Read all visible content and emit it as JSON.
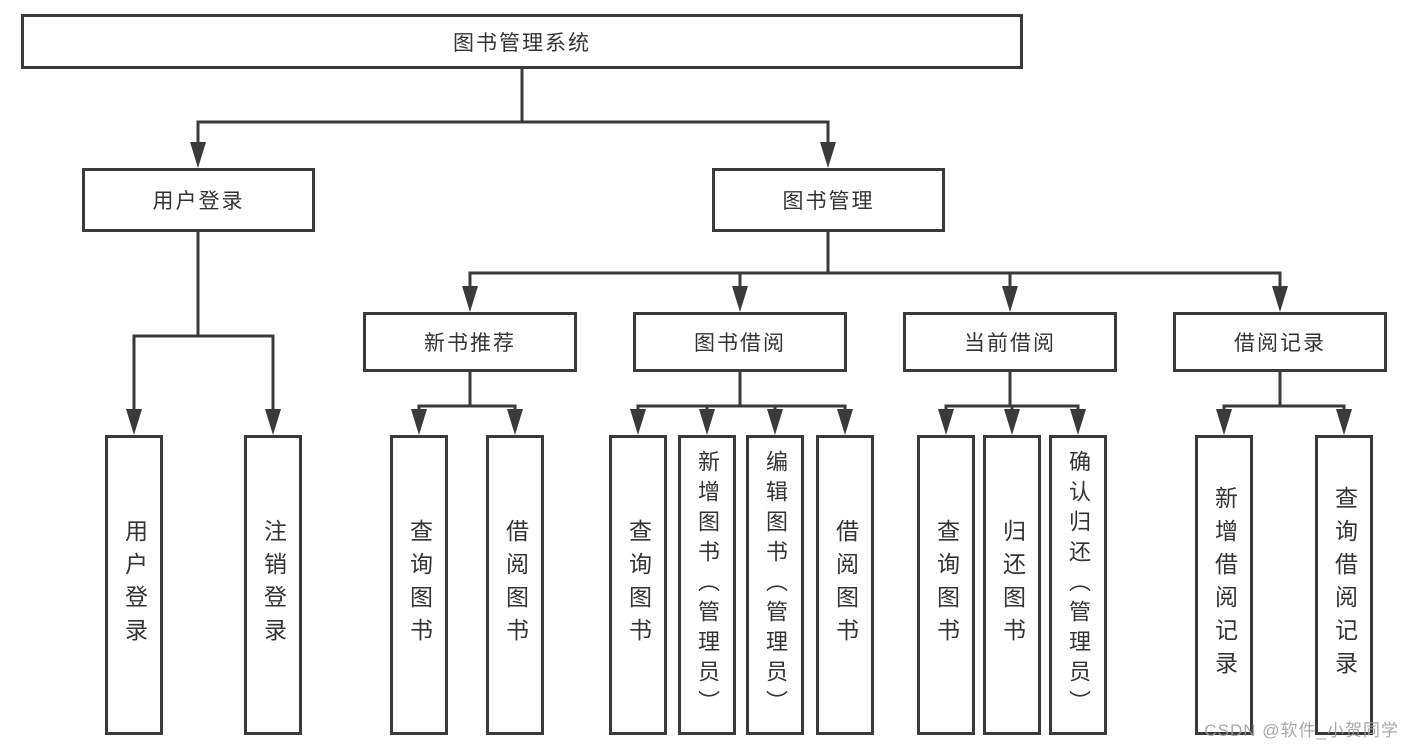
{
  "diagram": {
    "root": {
      "label": "图书管理系统"
    },
    "branches": [
      {
        "label": "用户登录",
        "children": [
          {
            "label": "用户登录"
          },
          {
            "label": "注销登录"
          }
        ]
      },
      {
        "label": "图书管理",
        "children": [
          {
            "label": "新书推荐",
            "children": [
              {
                "label": "查询图书"
              },
              {
                "label": "借阅图书"
              }
            ]
          },
          {
            "label": "图书借阅",
            "children": [
              {
                "label": "查询图书"
              },
              {
                "label": "新增图书（管理员）"
              },
              {
                "label": "编辑图书（管理员）"
              },
              {
                "label": "借阅图书"
              }
            ]
          },
          {
            "label": "当前借阅",
            "children": [
              {
                "label": "查询图书"
              },
              {
                "label": "归还图书"
              },
              {
                "label": "确认归还（管理员）"
              }
            ]
          },
          {
            "label": "借阅记录",
            "children": [
              {
                "label": "新增借阅记录"
              },
              {
                "label": "查询借阅记录"
              }
            ]
          }
        ]
      }
    ]
  },
  "watermark": {
    "text": "CSDN @软件_小贺同学"
  },
  "colors": {
    "line": "#3a3a3a",
    "text": "#333333",
    "background": "#ffffff",
    "watermark": "#9e9e9e"
  }
}
